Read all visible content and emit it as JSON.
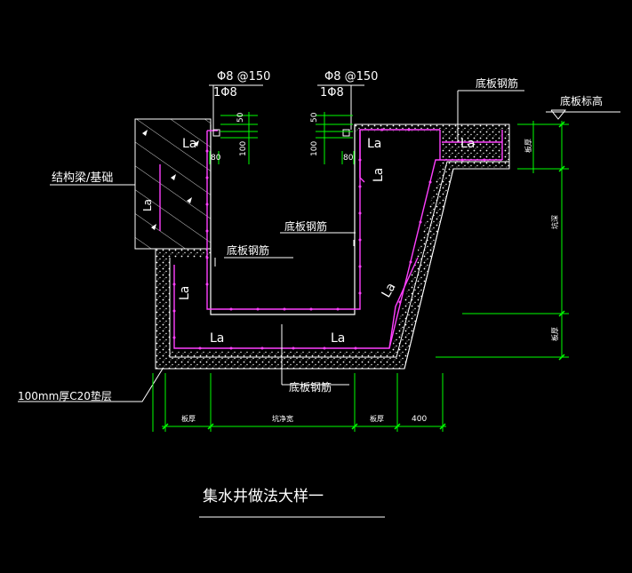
{
  "colors": {
    "background": "#000000",
    "outline": "#ffffff",
    "rebar": "#ff40ff",
    "dimension": "#00ff00",
    "concrete_dots": "#ffffff"
  },
  "title": "集水井做法大样一",
  "labels": {
    "rebar_spec_left": "Φ8 @150",
    "bar_left": "1Φ8",
    "rebar_spec_right": "Φ8 @150",
    "bar_right": "1Φ8",
    "structural_beam": "结构梁/基础",
    "slab_elevation": "底板标高",
    "bottom_rebar_top_right": "底板钢筋",
    "bottom_rebar_center": "底板钢筋",
    "bottom_rebar_left": "底板钢筋",
    "bottom_rebar_bottom": "底板钢筋",
    "cushion_layer": "100mm厚C20垫层",
    "la_top_left": "La",
    "la_top_right": "La",
    "la_right_vertical": "La",
    "la_beam": "La",
    "la_left_wall": "La",
    "la_bottom_left": "La",
    "la_bottom_right": "La",
    "la_slope": "La",
    "la_corner_right": "La"
  },
  "dimensions": {
    "d50_left": "50",
    "d100_left": "100",
    "d80_left": "80",
    "d50_right": "50",
    "d100_right": "100",
    "d80_right": "80",
    "slab_thickness_right": "板厚",
    "pit_depth": "坑深",
    "slab_thickness_lower": "板厚",
    "bottom_left_thickness": "板厚",
    "bottom_pit_width": "坑净宽",
    "bottom_right_thickness": "板厚",
    "bottom_400": "400"
  }
}
